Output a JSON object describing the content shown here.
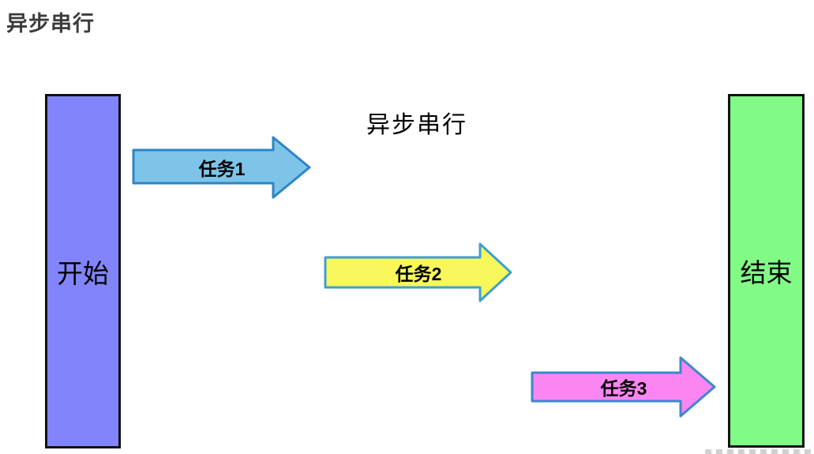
{
  "page": {
    "heading": "异步串行"
  },
  "diagram": {
    "title": "异步串行",
    "start_node": {
      "label": "开始",
      "fill": "#8184fa",
      "border": "#101010"
    },
    "end_node": {
      "label": "结束",
      "fill": "#81fb85",
      "border": "#101010"
    },
    "tasks": [
      {
        "label": "任务1",
        "fill": "#7dc4e8",
        "stroke": "#2d85c5"
      },
      {
        "label": "任务2",
        "fill": "#f8f75b",
        "stroke": "#3d9fd1"
      },
      {
        "label": "任务3",
        "fill": "#fb86f2",
        "stroke": "#3d87cc"
      }
    ]
  }
}
